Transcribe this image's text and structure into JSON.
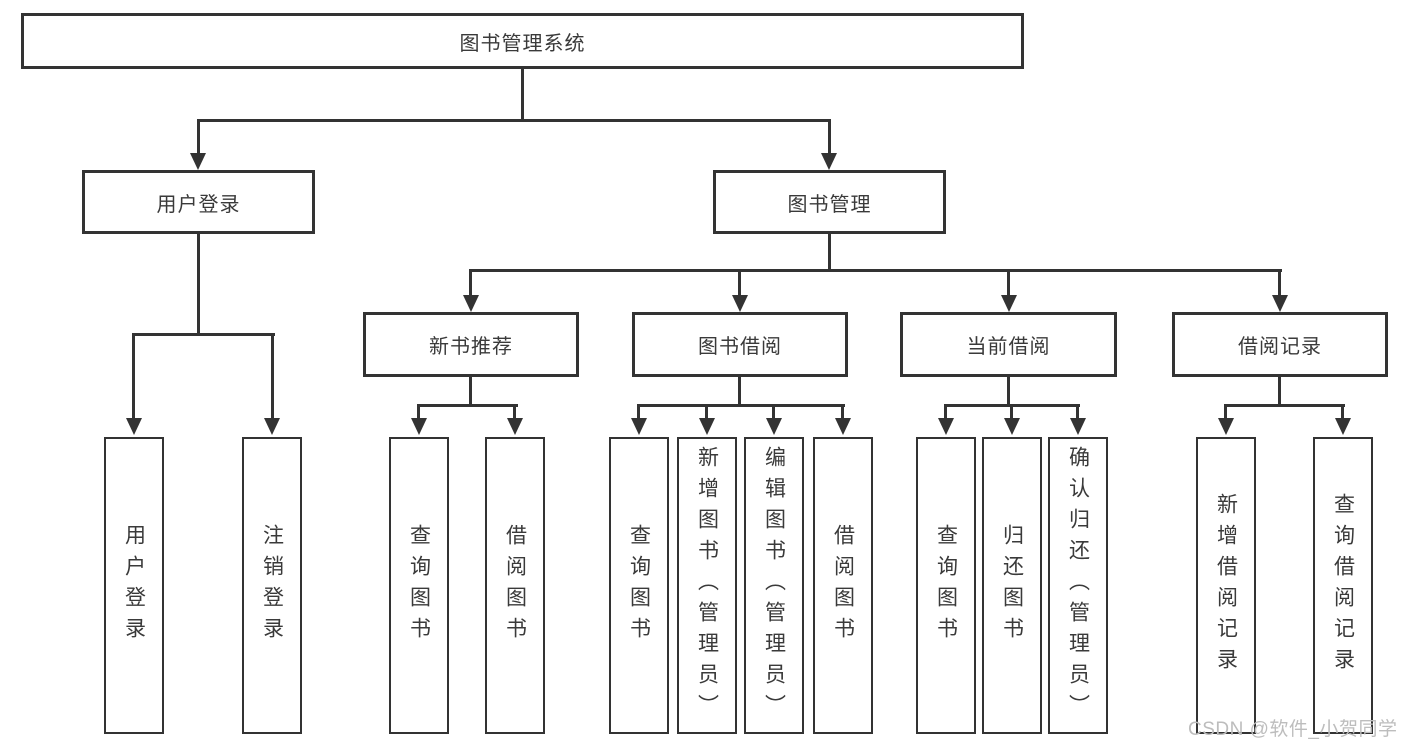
{
  "title": "图书管理系统",
  "branches": {
    "user_login": {
      "label": "用户登录",
      "children": [
        {
          "label": "用户登录"
        },
        {
          "label": "注销登录"
        }
      ]
    },
    "book_mgmt": {
      "label": "图书管理",
      "sections": [
        {
          "label": "新书推荐",
          "children": [
            {
              "label": "查询图书"
            },
            {
              "label": "借阅图书"
            }
          ]
        },
        {
          "label": "图书借阅",
          "children": [
            {
              "label": "查询图书"
            },
            {
              "label": "新增图书（管理员）"
            },
            {
              "label": "编辑图书（管理员）"
            },
            {
              "label": "借阅图书"
            }
          ]
        },
        {
          "label": "当前借阅",
          "children": [
            {
              "label": "查询图书"
            },
            {
              "label": "归还图书"
            },
            {
              "label": "确认归还（管理员）"
            }
          ]
        },
        {
          "label": "借阅记录",
          "children": [
            {
              "label": "新增借阅记录"
            },
            {
              "label": "查询借阅记录"
            }
          ]
        }
      ]
    }
  },
  "watermark": "CSDN @软件_小贺同学",
  "colors": {
    "line": "#333333",
    "text": "#3a3a3a",
    "background": "#ffffff",
    "watermark": "#bdbdbd"
  }
}
